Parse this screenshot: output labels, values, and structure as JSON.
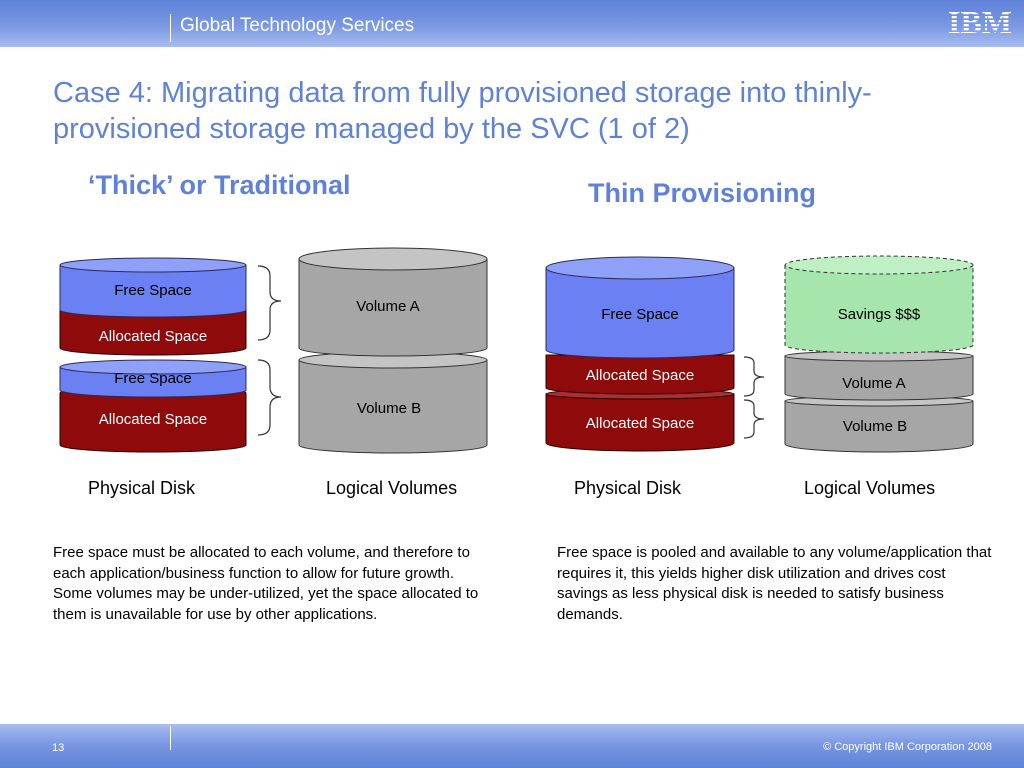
{
  "header": {
    "brand": "Global Technology Services",
    "logo": "IBM"
  },
  "title": "Case 4: Migrating data from fully provisioned storage into thinly-provisioned storage managed by the SVC (1 of 2)",
  "left": {
    "heading": "‘Thick’ or Traditional",
    "disk_segments": [
      "Free Space",
      "Allocated Space",
      "Free Space",
      "Allocated Space"
    ],
    "volumes": [
      "Volume A",
      "Volume B"
    ],
    "physical_label": "Physical Disk",
    "logical_label": "Logical Volumes",
    "description": "Free space must be allocated to each volume, and therefore to each application/business function to allow for future growth.   Some volumes may be under-utilized, yet the space allocated to them is unavailable for use by other applications."
  },
  "right": {
    "heading": "Thin Provisioning",
    "disk_segments": [
      "Free Space",
      "Allocated Space",
      "Allocated Space"
    ],
    "savings": "Savings $$$",
    "volumes": [
      "Volume A",
      "Volume B"
    ],
    "physical_label": "Physical Disk",
    "logical_label": "Logical Volumes",
    "description": "Free space is pooled and available to any volume/application that requires it, this yields higher disk utilization and drives cost savings as less physical disk is needed to satisfy business demands."
  },
  "footer": {
    "page": "13",
    "copyright": "© Copyright IBM Corporation 2008"
  },
  "colors": {
    "accent_blue": "#5f82d8",
    "free_space": "#6b80f2",
    "allocated": "#8f0a0a",
    "volume_gray": "#a6a6a6",
    "savings_green": "#a6e6ac"
  }
}
